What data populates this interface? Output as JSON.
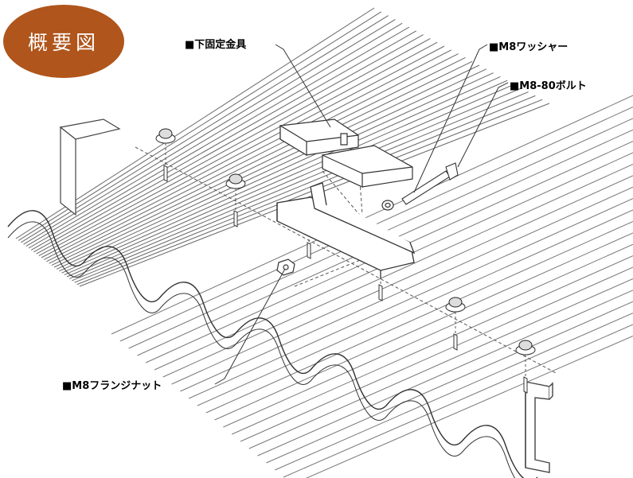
{
  "title_badge": "概要図",
  "labels": {
    "bracket": "■下固定金具",
    "washer": "■M8ワッシャー",
    "bolt": "■M8-80ボルト",
    "flange_nut": "■M8フランジナット"
  },
  "colors": {
    "badge": "#b0551b",
    "line": "#333333"
  }
}
